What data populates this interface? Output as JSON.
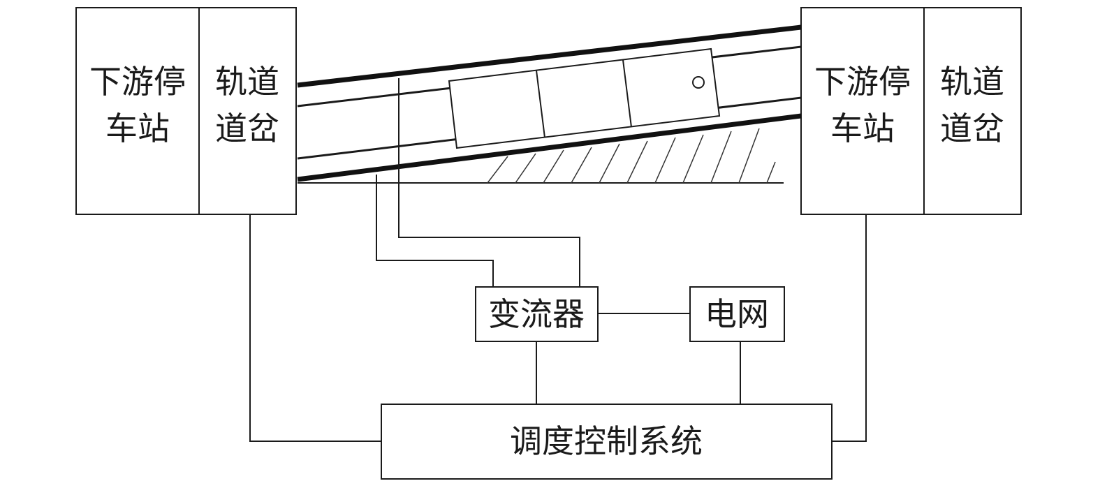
{
  "left_station": {
    "stop_label_line1": "下游停",
    "stop_label_line2": "车站",
    "switch_label_line1": "轨道",
    "switch_label_line2": "道岔"
  },
  "right_station": {
    "stop_label_line1": "下游停",
    "stop_label_line2": "车站",
    "switch_label_line1": "轨道",
    "switch_label_line2": "道岔"
  },
  "converter": {
    "label": "变流器"
  },
  "grid": {
    "label": "电网"
  },
  "dispatch": {
    "label": "调度控制系统"
  }
}
